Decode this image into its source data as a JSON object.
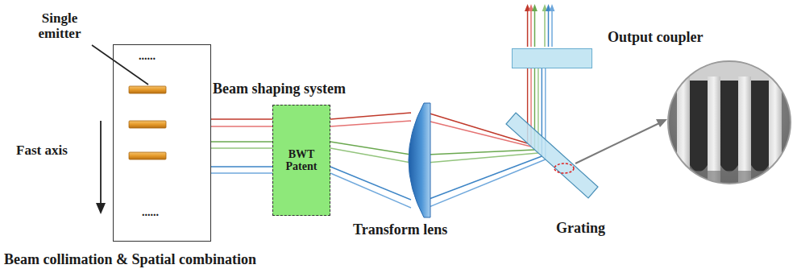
{
  "diagram": {
    "nodes": [
      {
        "text": [
          "Beam collimation & Spatial combination"
        ]
      },
      {
        "text": [
          "Beam shaping system",
          "BWT Patent"
        ]
      },
      {
        "text": [
          "Transform lens"
        ]
      },
      {
        "text": [
          "Grating"
        ]
      },
      {
        "text": [
          "Output coupler"
        ]
      }
    ],
    "edges": [
      {
        "from": 0,
        "to": 1,
        "arrow": "none"
      },
      {
        "from": 1,
        "to": 2,
        "arrow": "none"
      },
      {
        "from": 2,
        "to": 3,
        "arrow": "none"
      },
      {
        "from": 3,
        "to": 4,
        "arrow": "none"
      }
    ],
    "labels": [
      "Single emitter",
      "Fast axis",
      "......",
      "......"
    ]
  }
}
